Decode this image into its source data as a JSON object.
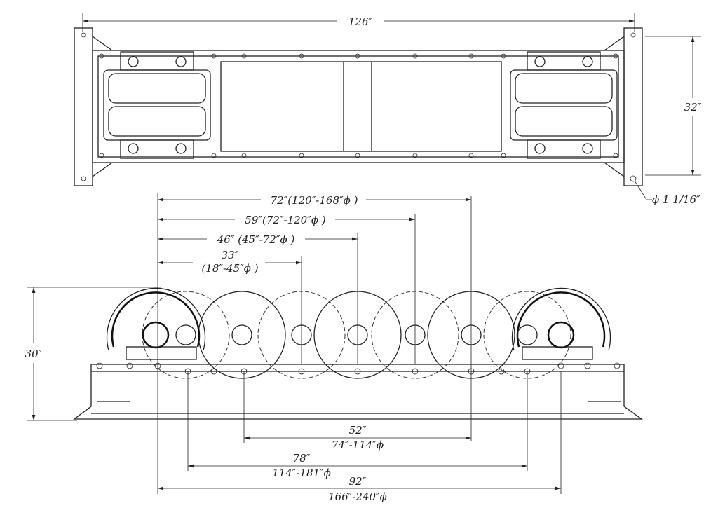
{
  "top_view": {
    "overall_length": "126″",
    "width": "32″",
    "hole_diameter": "ϕ 1  1/16″"
  },
  "side_view": {
    "height": "30″",
    "upper_dims": [
      {
        "length": "72″(120″-168″ϕ )"
      },
      {
        "length": "59″(72″-120″ϕ )"
      },
      {
        "length": "46″  (45″-72″ϕ )"
      },
      {
        "length": "33″",
        "range": "(18″-45″ϕ )"
      }
    ],
    "lower_dims": [
      {
        "length": "52″",
        "range": "74″-114″ϕ"
      },
      {
        "length": "78″",
        "range": "114″-181″ϕ"
      },
      {
        "length": "92″",
        "range": "166″-240″ϕ"
      }
    ]
  }
}
